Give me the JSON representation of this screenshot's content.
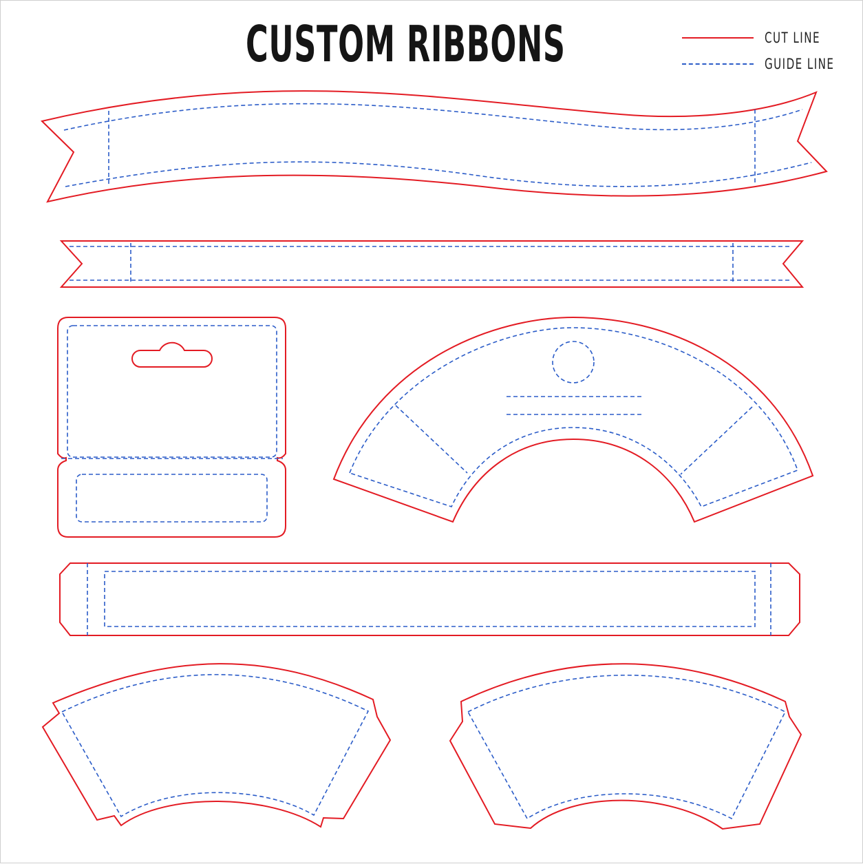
{
  "title": "CUSTOM RIBBONS",
  "legend": {
    "cut_label": "CUT LINE",
    "guide_label": "GUIDE LINE",
    "cut_color": "#e31b23",
    "guide_color": "#2b5cc8"
  },
  "templates": [
    "wavy-banner-ribbon",
    "straight-banner-ribbon",
    "hang-tag-card",
    "fan-arch-ribbon",
    "rectangular-band",
    "curved-sleeve-left",
    "curved-sleeve-right"
  ]
}
